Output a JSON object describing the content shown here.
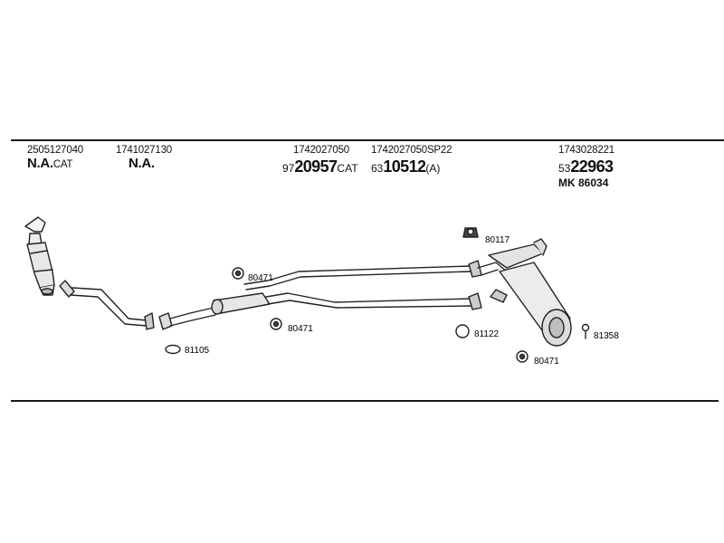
{
  "columns": [
    {
      "part_no": "2505127040",
      "code": "N.A.",
      "suffix": "CAT"
    },
    {
      "part_no": "1741027130",
      "code": "N.A.",
      "suffix": ""
    },
    {
      "part_no": "1742027050",
      "prefix": "97",
      "code": "20957",
      "suffix": "CAT"
    },
    {
      "part_no": "1742027050SP22",
      "prefix": "63",
      "code": "10512",
      "suffix": "(A)"
    },
    {
      "part_no": "1743028221",
      "prefix": "53",
      "code": "22963",
      "extra": "MK  86034"
    }
  ],
  "callouts": [
    "80117",
    "80471",
    "80471",
    "81122",
    "81358",
    "80471",
    "81105"
  ]
}
